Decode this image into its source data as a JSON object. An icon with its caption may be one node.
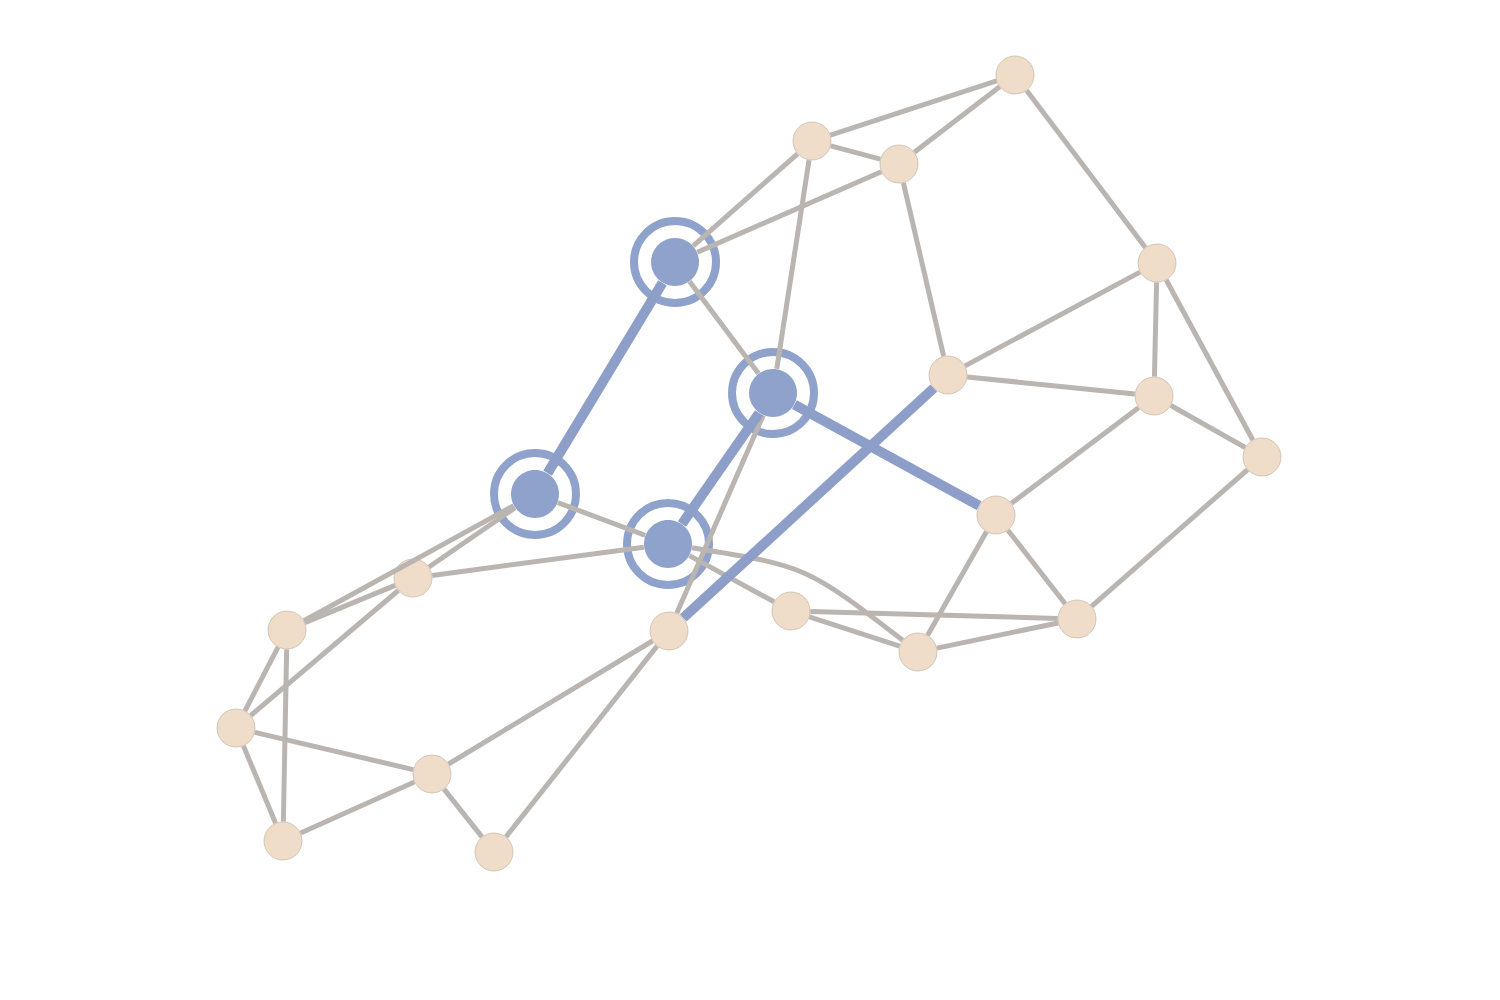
{
  "diagram": {
    "nodes": [
      {
        "text": [],
        "shape": "circle"
      },
      {
        "text": [],
        "shape": "circle"
      },
      {
        "text": [],
        "shape": "circle"
      },
      {
        "text": [],
        "shape": "target"
      },
      {
        "text": [],
        "shape": "circle"
      },
      {
        "text": [],
        "shape": "circle"
      },
      {
        "text": [],
        "shape": "target"
      },
      {
        "text": [],
        "shape": "circle"
      },
      {
        "text": [],
        "shape": "circle"
      },
      {
        "text": [],
        "shape": "target"
      },
      {
        "text": [],
        "shape": "circle"
      },
      {
        "text": [],
        "shape": "target"
      },
      {
        "text": [],
        "shape": "circle"
      },
      {
        "text": [],
        "shape": "circle"
      },
      {
        "text": [],
        "shape": "circle"
      },
      {
        "text": [],
        "shape": "circle"
      },
      {
        "text": [],
        "shape": "circle"
      },
      {
        "text": [],
        "shape": "circle"
      },
      {
        "text": [],
        "shape": "circle"
      },
      {
        "text": [],
        "shape": "circle"
      },
      {
        "text": [],
        "shape": "circle"
      },
      {
        "text": [],
        "shape": "circle"
      }
    ],
    "edges": [
      {
        "from": 0,
        "to": 1,
        "arrow": "none"
      },
      {
        "from": 0,
        "to": 2,
        "arrow": "none"
      },
      {
        "from": 0,
        "to": 4,
        "arrow": "none"
      },
      {
        "from": 1,
        "to": 2,
        "arrow": "none"
      },
      {
        "from": 1,
        "to": 3,
        "arrow": "none"
      },
      {
        "from": 2,
        "to": 3,
        "arrow": "none"
      },
      {
        "from": 1,
        "to": 6,
        "arrow": "none"
      },
      {
        "from": 2,
        "to": 5,
        "arrow": "none"
      },
      {
        "from": 3,
        "to": 6,
        "arrow": "none"
      },
      {
        "from": 4,
        "to": 5,
        "arrow": "none"
      },
      {
        "from": 4,
        "to": 7,
        "arrow": "none"
      },
      {
        "from": 4,
        "to": 8,
        "arrow": "none"
      },
      {
        "from": 5,
        "to": 7,
        "arrow": "none"
      },
      {
        "from": 7,
        "to": 8,
        "arrow": "none"
      },
      {
        "from": 7,
        "to": 10,
        "arrow": "none"
      },
      {
        "from": 8,
        "to": 16,
        "arrow": "none"
      },
      {
        "from": 10,
        "to": 16,
        "arrow": "none"
      },
      {
        "from": 10,
        "to": 17,
        "arrow": "none"
      },
      {
        "from": 16,
        "to": 17,
        "arrow": "none"
      },
      {
        "from": 13,
        "to": 16,
        "arrow": "none"
      },
      {
        "from": 13,
        "to": 17,
        "arrow": "none"
      },
      {
        "from": 9,
        "to": 11,
        "arrow": "none"
      },
      {
        "from": 11,
        "to": 13,
        "arrow": "none"
      },
      {
        "from": 11,
        "to": 17,
        "arrow": "none"
      },
      {
        "from": 9,
        "to": 12,
        "arrow": "none"
      },
      {
        "from": 9,
        "to": 14,
        "arrow": "none"
      },
      {
        "from": 12,
        "to": 11,
        "arrow": "none"
      },
      {
        "from": 12,
        "to": 14,
        "arrow": "none"
      },
      {
        "from": 12,
        "to": 18,
        "arrow": "none"
      },
      {
        "from": 14,
        "to": 18,
        "arrow": "none"
      },
      {
        "from": 14,
        "to": 20,
        "arrow": "none"
      },
      {
        "from": 18,
        "to": 19,
        "arrow": "none"
      },
      {
        "from": 18,
        "to": 20,
        "arrow": "none"
      },
      {
        "from": 19,
        "to": 20,
        "arrow": "none"
      },
      {
        "from": 19,
        "to": 21,
        "arrow": "none"
      },
      {
        "from": 19,
        "to": 15,
        "arrow": "none"
      },
      {
        "from": 15,
        "to": 21,
        "arrow": "none"
      },
      {
        "from": 15,
        "to": 6,
        "arrow": "none"
      },
      {
        "from": 3,
        "to": 9,
        "arrow": "none",
        "style": "thick",
        "color": "#8d9fc9"
      },
      {
        "from": 6,
        "to": 11,
        "arrow": "none",
        "style": "thick",
        "color": "#8d9fc9"
      },
      {
        "from": 6,
        "to": 10,
        "arrow": "none",
        "style": "thick",
        "color": "#8d9fc9"
      },
      {
        "from": 5,
        "to": 15,
        "arrow": "none",
        "style": "thick",
        "color": "#8d9fc9"
      }
    ]
  }
}
